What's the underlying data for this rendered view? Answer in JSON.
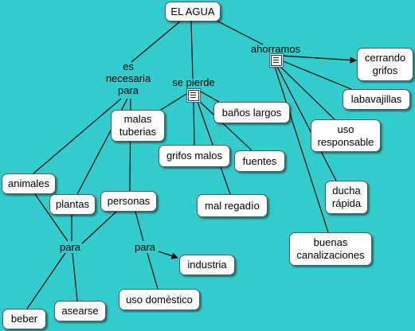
{
  "concepts": {
    "el_agua": "EL AGUA",
    "cerrando_grifos": "cerrando\ngrifos",
    "labavajillas": "labavajillas",
    "uso_responsable": "uso\nresponsable",
    "ducha_rapida": "ducha\nrápida",
    "buenas_canalizaciones": "buenas\ncanalizaciones",
    "banos_largos": "baños largos",
    "malas_tuberias": "malas\ntuberias",
    "grifos_malos": "grifos malos",
    "fuentes": "fuentes",
    "mal_regadio": "mal regadío",
    "animales": "animales",
    "plantas": "plantas",
    "personas": "personas",
    "industria": "industria",
    "uso_domestico": "uso doméstico",
    "beber": "beber",
    "asearse": "asearse"
  },
  "links": {
    "ahorramos": "ahorramos",
    "es_necesaria_para": "es\nnecesaria\npara",
    "se_pierde": "se pierde",
    "para_left": "para",
    "para_right": "para"
  },
  "icons": {
    "ahorramos": "document-icon",
    "se_pierde": "document-icon"
  },
  "colors": {
    "background": "#33CCCC",
    "node_fill": "#FFFFFF",
    "line": "#000000"
  }
}
